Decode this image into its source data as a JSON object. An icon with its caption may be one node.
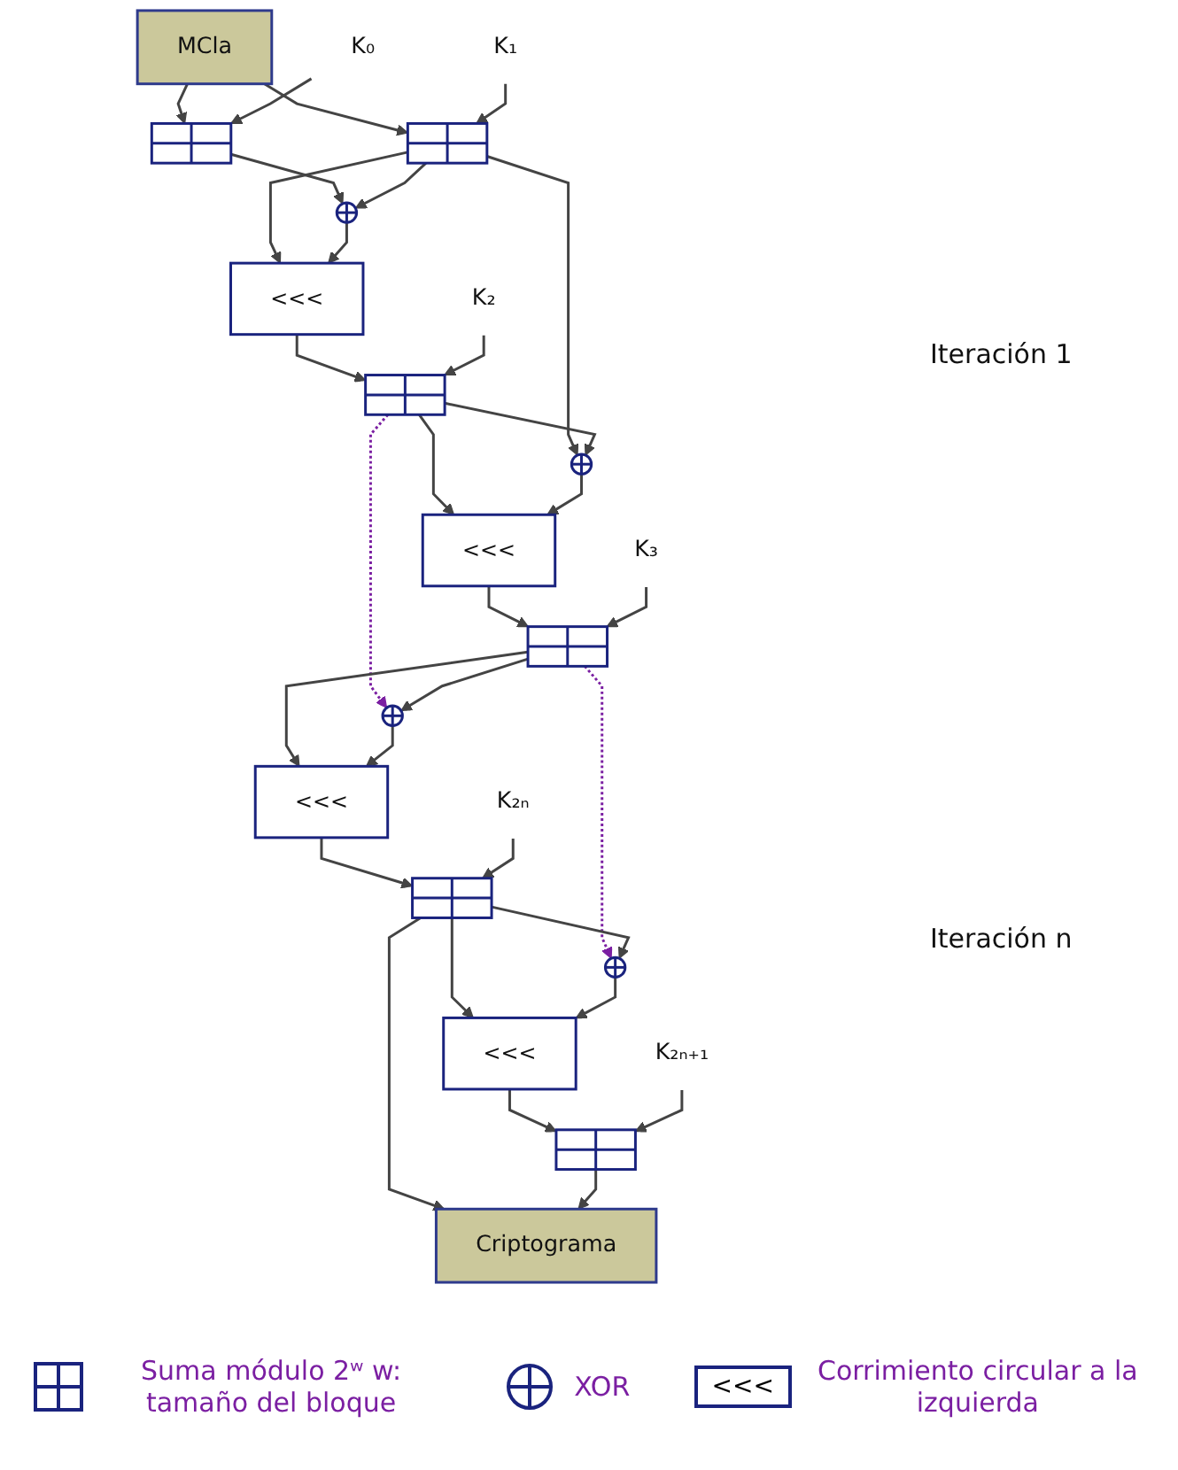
{
  "diagram": {
    "nodes": [
      {
        "text": [
          "MCla"
        ]
      },
      {
        "text": [
          "K₀"
        ]
      },
      {
        "text": [],
        "shape": "box"
      },
      {
        "text": [
          "K₁"
        ]
      },
      {
        "text": [],
        "shape": "box"
      },
      {
        "text": [],
        "shape": "circle"
      },
      {
        "text": [],
        "shape": "circle"
      },
      {
        "text": [
          "<<<"
        ]
      },
      {
        "text": [
          "<<<"
        ]
      },
      {
        "text": [
          "K₂"
        ]
      },
      {
        "text": [],
        "shape": "box"
      },
      {
        "text": [
          "K₃"
        ]
      },
      {
        "text": [],
        "shape": "box"
      },
      {
        "text": [],
        "shape": "circle"
      },
      {
        "text": [],
        "shape": "circle"
      },
      {
        "text": [
          "<<<"
        ]
      },
      {
        "text": [
          "<<<"
        ]
      },
      {
        "text": [
          "K₂ₙ"
        ]
      },
      {
        "text": [],
        "shape": "box"
      },
      {
        "text": [
          "K₂ₙ₊₁"
        ]
      },
      {
        "text": [],
        "shape": "box"
      },
      {
        "text": [
          "Criptograma"
        ]
      }
    ],
    "edges": [
      {
        "from": 0,
        "to": 2,
        "arrow": "to"
      },
      {
        "from": 0,
        "to": 4,
        "arrow": "to"
      },
      {
        "from": 1,
        "to": 2,
        "arrow": "to"
      },
      {
        "from": 3,
        "to": 4,
        "arrow": "to"
      },
      {
        "from": 2,
        "to": 5,
        "arrow": "to"
      },
      {
        "from": 4,
        "to": 6,
        "arrow": "to"
      },
      {
        "from": 4,
        "to": 5,
        "arrow": "to"
      },
      {
        "from": 4,
        "to": 7,
        "arrow": "to"
      },
      {
        "from": 5,
        "to": 7,
        "arrow": "to"
      },
      {
        "from": 7,
        "to": 10,
        "arrow": "to"
      },
      {
        "from": 9,
        "to": 10,
        "arrow": "to"
      },
      {
        "from": 10,
        "to": 6,
        "arrow": "to"
      },
      {
        "from": 10,
        "to": 8,
        "arrow": "to"
      },
      {
        "from": 6,
        "to": 8,
        "arrow": "to"
      },
      {
        "from": 8,
        "to": 12,
        "arrow": "to"
      },
      {
        "from": 11,
        "to": 12,
        "arrow": "to"
      },
      {
        "from": 10,
        "to": 13,
        "arrow": "to",
        "style": "dashed",
        "color": "#7b1fa2"
      },
      {
        "from": 12,
        "to": 14,
        "arrow": "to",
        "style": "dashed",
        "color": "#7b1fa2"
      },
      {
        "from": 12,
        "to": 13,
        "arrow": "to"
      },
      {
        "from": 12,
        "to": 15,
        "arrow": "to"
      },
      {
        "from": 13,
        "to": 15,
        "arrow": "to"
      },
      {
        "from": 15,
        "to": 18,
        "arrow": "to"
      },
      {
        "from": 17,
        "to": 18,
        "arrow": "to"
      },
      {
        "from": 18,
        "to": 14,
        "arrow": "to"
      },
      {
        "from": 18,
        "to": 16,
        "arrow": "to"
      },
      {
        "from": 14,
        "to": 16,
        "arrow": "to"
      },
      {
        "from": 16,
        "to": 20,
        "arrow": "to"
      },
      {
        "from": 19,
        "to": 20,
        "arrow": "to"
      },
      {
        "from": 18,
        "to": 21,
        "arrow": "to"
      },
      {
        "from": 20,
        "to": 21,
        "arrow": "to"
      }
    ],
    "labels": [
      "Iteración 1",
      "Iteración n",
      "<<<"
    ],
    "legend": [
      {
        "text": "Suma módulo 2ʷ w: tamaño del bloque"
      },
      {
        "text": "XOR"
      },
      {
        "text": "Corrimiento circular a la izquierda"
      }
    ]
  }
}
